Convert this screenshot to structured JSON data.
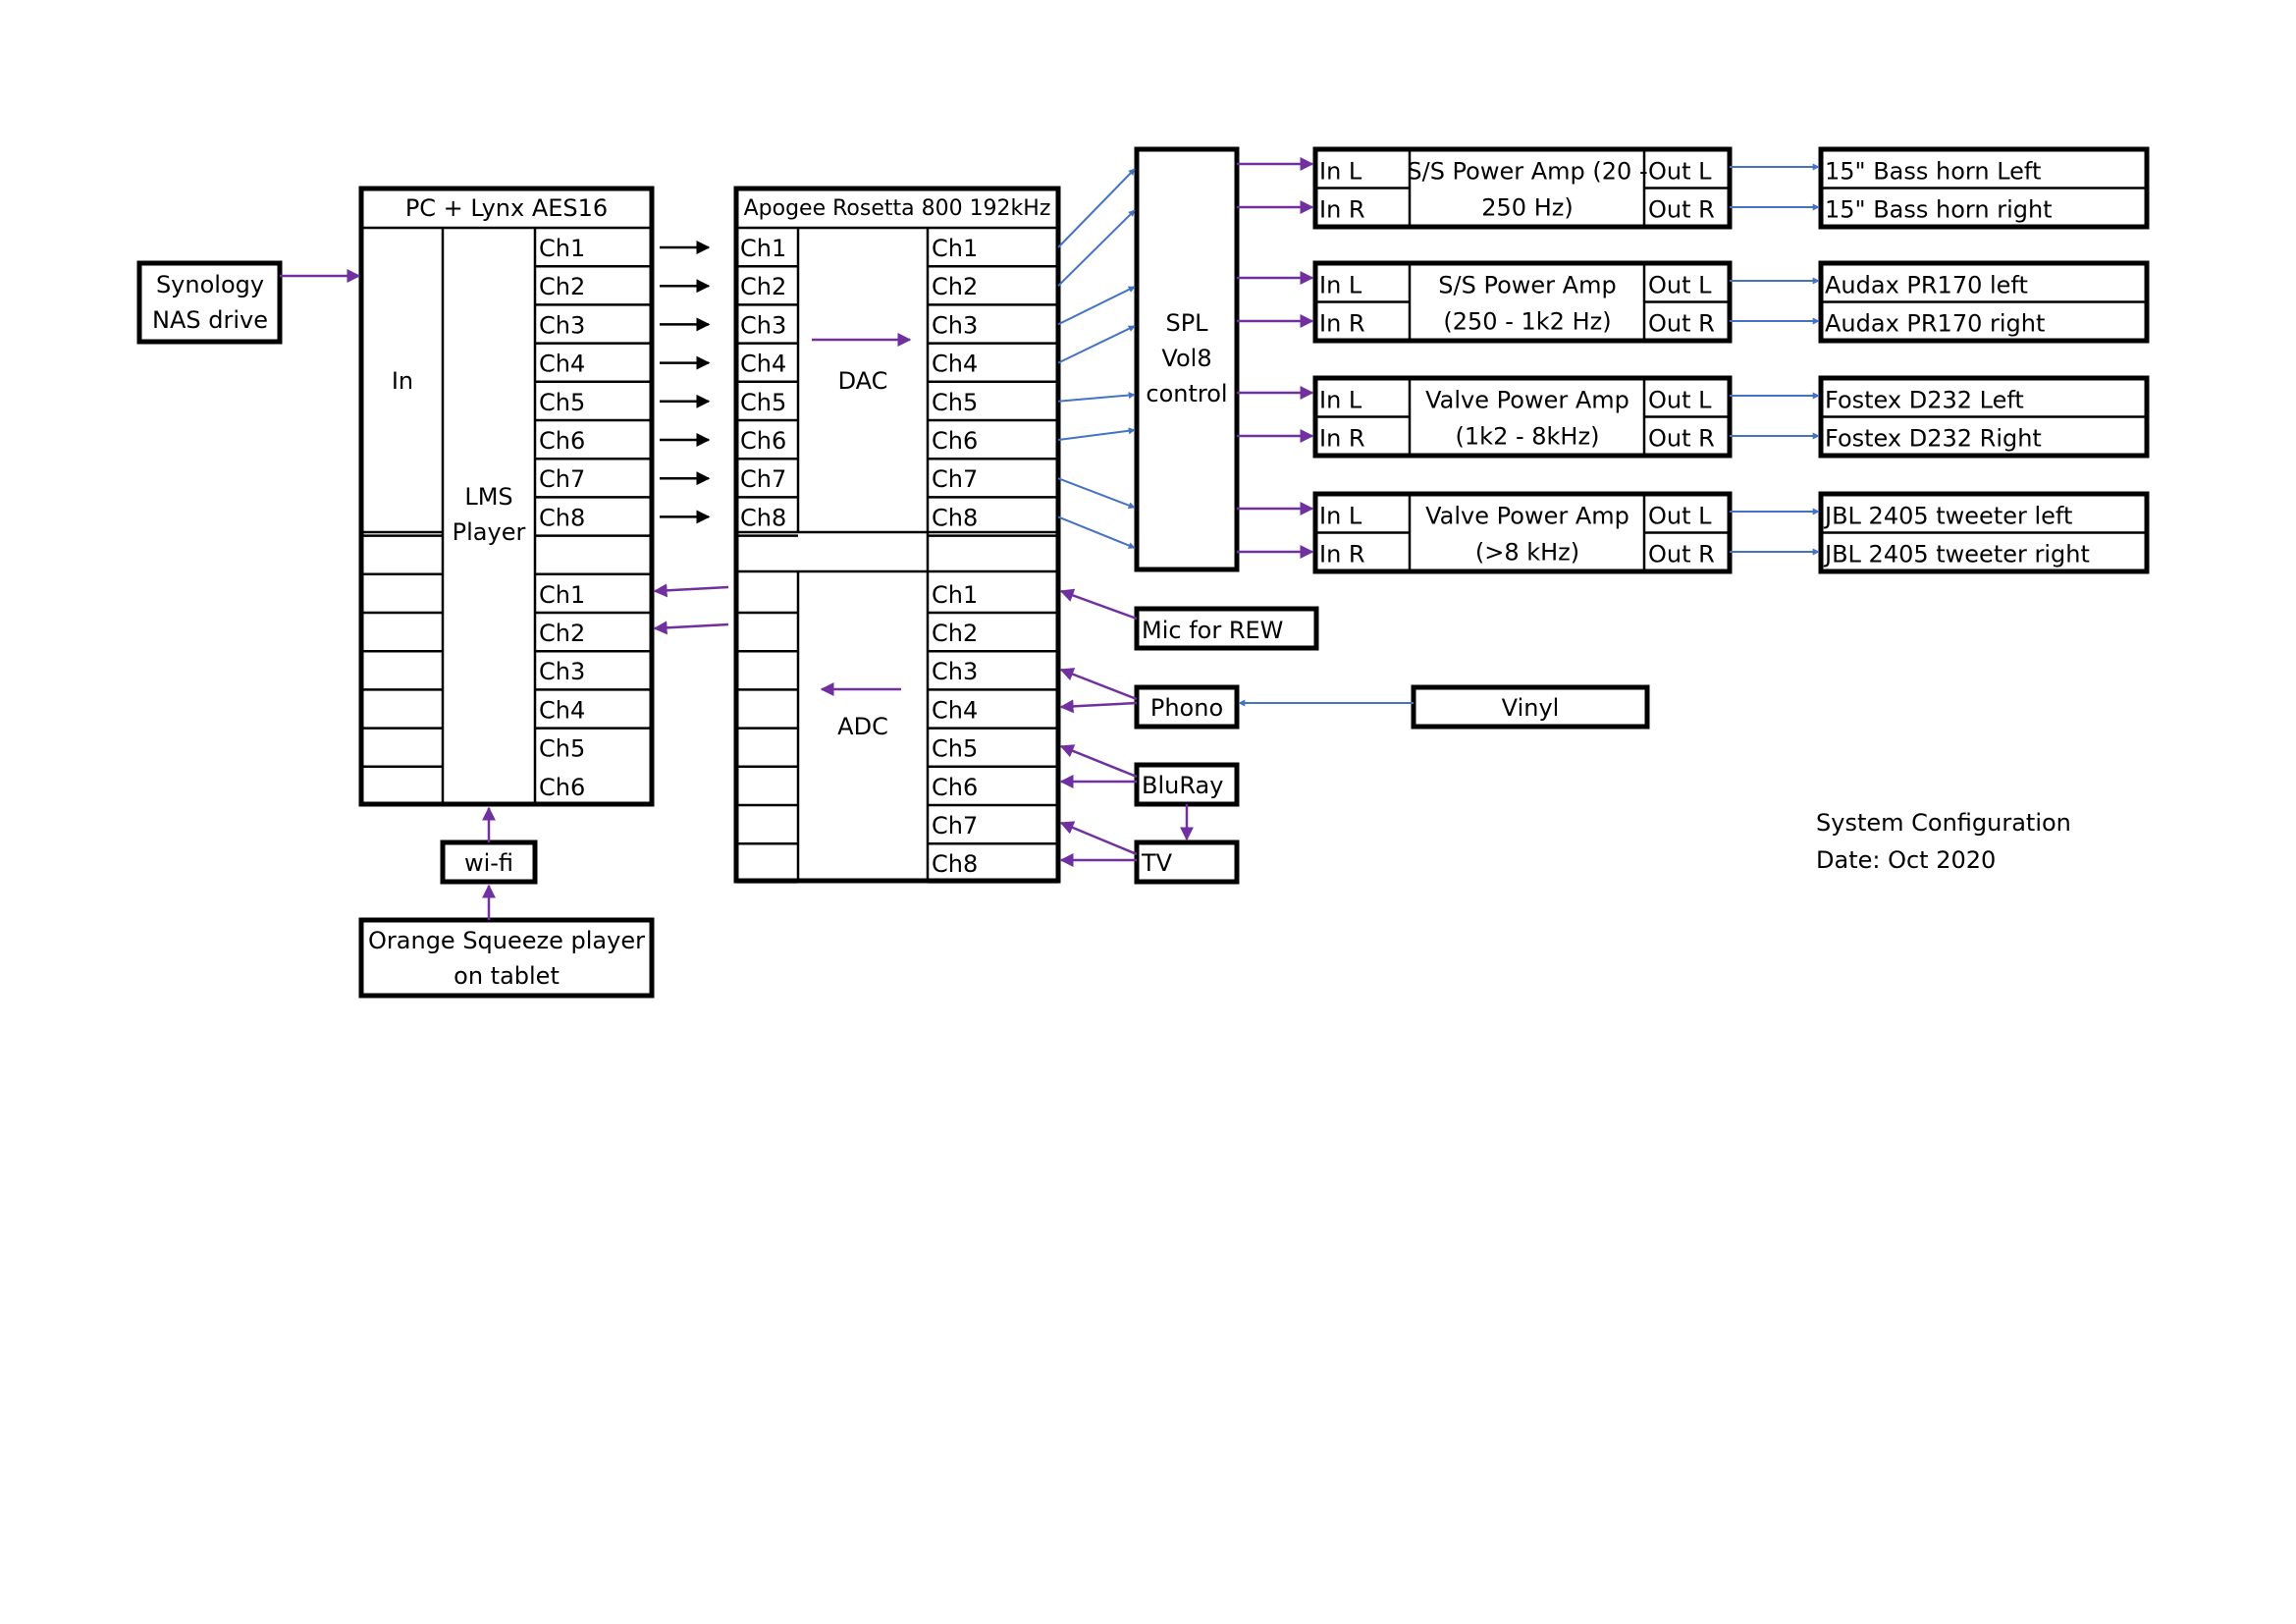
{
  "nas": {
    "line1": "Synology",
    "line2": "NAS drive"
  },
  "pc": {
    "title": "PC + Lynx AES16",
    "in_label": "In",
    "player_line1": "LMS",
    "player_line2": "Player",
    "out_channels": [
      "Ch1",
      "Ch2",
      "Ch3",
      "Ch4",
      "Ch5",
      "Ch6",
      "Ch7",
      "Ch8"
    ],
    "in_channels": [
      "Ch1",
      "Ch2",
      "Ch3",
      "Ch4",
      "Ch5",
      "Ch6"
    ]
  },
  "wifi": {
    "label": "wi-fi"
  },
  "tablet": {
    "line1": "Orange Squeeze player",
    "line2": "on tablet"
  },
  "apogee": {
    "title": "Apogee Rosetta 800 192kHz",
    "dac_label": "DAC",
    "adc_label": "ADC",
    "dac_in_channels": [
      "Ch1",
      "Ch2",
      "Ch3",
      "Ch4",
      "Ch5",
      "Ch6",
      "Ch7",
      "Ch8"
    ],
    "dac_out_channels": [
      "Ch1",
      "Ch2",
      "Ch3",
      "Ch4",
      "Ch5",
      "Ch6",
      "Ch7",
      "Ch8"
    ],
    "adc_in_channels": [
      "Ch1",
      "Ch2",
      "Ch3",
      "Ch4",
      "Ch5",
      "Ch6",
      "Ch7",
      "Ch8"
    ]
  },
  "spl": {
    "line1": "SPL",
    "line2": "Vol8",
    "line3": "control"
  },
  "amps": [
    {
      "name_line1": "S/S Power Amp (20 -",
      "name_line2": "250 Hz)",
      "in_l": "In L",
      "in_r": "In R",
      "out_l": "Out L",
      "out_r": "Out R",
      "speaker_left": "15\" Bass horn Left",
      "speaker_right": "15\" Bass horn right"
    },
    {
      "name_line1": "S/S Power Amp",
      "name_line2": "(250 - 1k2 Hz)",
      "in_l": "In L",
      "in_r": "In R",
      "out_l": "Out L",
      "out_r": "Out R",
      "speaker_left": "Audax PR170 left",
      "speaker_right": "Audax PR170 right"
    },
    {
      "name_line1": "Valve Power Amp",
      "name_line2": "(1k2 - 8kHz)",
      "in_l": "In L",
      "in_r": "In R",
      "out_l": "Out L",
      "out_r": "Out R",
      "speaker_left": "Fostex D232 Left",
      "speaker_right": "Fostex D232 Right"
    },
    {
      "name_line1": "Valve Power Amp",
      "name_line2": "(>8 kHz)",
      "in_l": "In L",
      "in_r": "In R",
      "out_l": "Out L",
      "out_r": "Out R",
      "speaker_left": "JBL 2405 tweeter left",
      "speaker_right": "JBL 2405 tweeter right"
    }
  ],
  "sources": {
    "mic": "Mic for REW",
    "phono": "Phono",
    "vinyl": "Vinyl",
    "bluray": "BluRay",
    "tv": "TV"
  },
  "info": {
    "title": "System Configuration",
    "date": "Date: Oct 2020"
  },
  "colors": {
    "blue_wire": "#4472C4",
    "purple_wire": "#7030A0",
    "black_wire": "#000000"
  }
}
